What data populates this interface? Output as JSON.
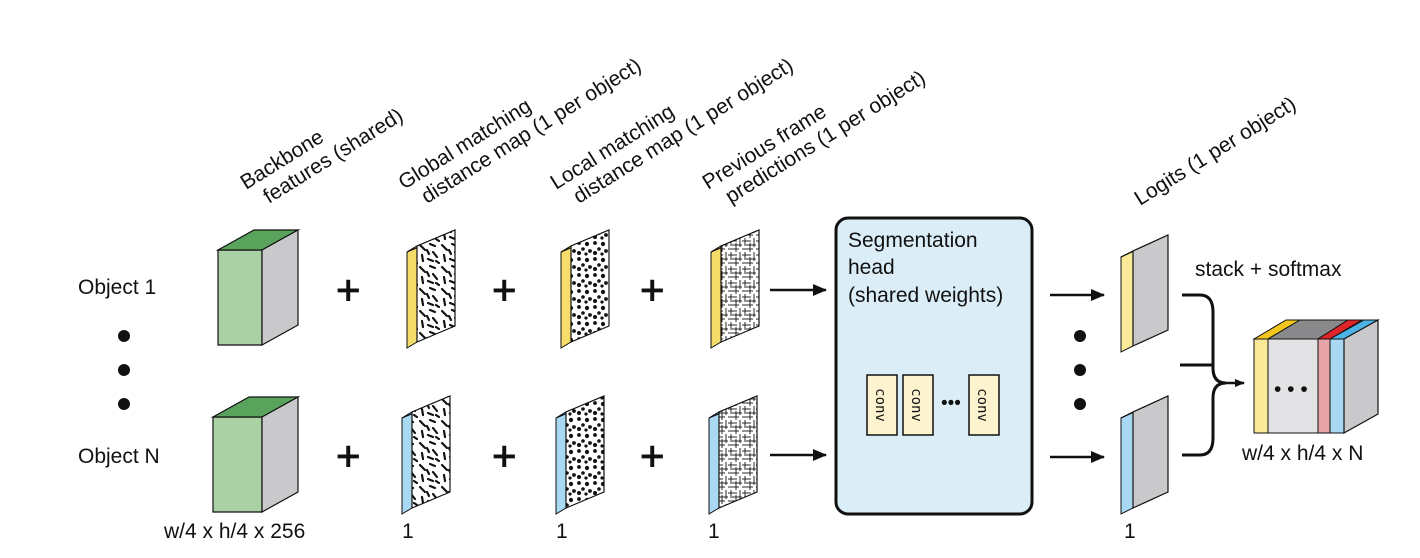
{
  "headers": {
    "backbone": [
      "Backbone",
      "features (shared)"
    ],
    "global": [
      "Global matching",
      "distance map (1 per object)"
    ],
    "local": [
      "Local matching",
      "distance map (1 per object)"
    ],
    "previous": [
      "Previous frame",
      "predictions (1 per object)"
    ],
    "logits": "Logits (1 per object)"
  },
  "rows": {
    "object_1": "Object 1",
    "object_n": "Object N"
  },
  "plus_sign": "+",
  "segmentation_head": {
    "title": [
      "Segmentation",
      "head",
      "(shared weights)"
    ],
    "conv_label": "conv",
    "ellipsis": "•••"
  },
  "stack_label": "stack + softmax",
  "output_ellipsis": "• • •",
  "dimensions": {
    "backbone": "w/4  x  h/4 x 256",
    "global": "1",
    "local": "1",
    "previous": "1",
    "logits": "1",
    "output": "w/4  x  h/4  x N"
  },
  "colors": {
    "backbone_front": "#a9d1a4",
    "backbone_top": "#5aa35c",
    "side_gray": "#c9c9cb",
    "object1_accent": "#fbe99a",
    "object1_top": "#f2c61c",
    "objectN_accent": "#a9d9f2",
    "objectN_top": "#4db3e5",
    "head_fill": "#dbeef7",
    "conv_fill": "#fdf3cf",
    "red_slice": "#e8a3a6",
    "red_top": "#e1242a"
  }
}
